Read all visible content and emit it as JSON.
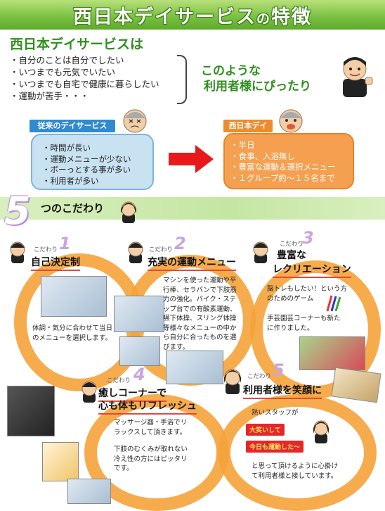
{
  "header": {
    "title_a": "西日本デイサービス",
    "title_b": "の",
    "title_c": "特徴"
  },
  "intro": {
    "heading": "西日本デイサービスは",
    "items": [
      "自分のことは自分でしたい",
      "いつまでも元気でいたい",
      "いつまでも自宅で健康に暮らしたい",
      "運動が苦手・・・"
    ],
    "tagline_1": "このような",
    "tagline_2": "利用者様にぴったり"
  },
  "compare": {
    "old_label": "従来のデイサービス",
    "old_items": [
      "時間が長い",
      "運動メニューが少ない",
      "ボーっとする事が多い",
      "利用者が多い"
    ],
    "new_label": "西日本デイ",
    "new_items": [
      "半日",
      "食事、入浴無し",
      "豊富な運動＆選択メニュー",
      "１グループ約～１５名まで"
    ]
  },
  "five": {
    "number": "5",
    "title": "つのこだわり"
  },
  "features": [
    {
      "kodawari": "こだわり",
      "num": "1",
      "title": "自己決定制",
      "body": "体調・気分に合わせて当日のメニューを選択します。"
    },
    {
      "kodawari": "こだわり",
      "num": "2",
      "title": "充実の運動メニュー",
      "body": "マシンを使った運動や平行棒、セラバンで下肢筋力の強化。バイク・ステップ台での有酸素運動、嚥下体操、スリング体操等様々なメニューの中から自分に合ったものを選びます。"
    },
    {
      "kodawari": "こだわり",
      "num": "3",
      "title_1": "豊富な",
      "title_2": "レクリエーション",
      "body_1": "脳トレもしたい！という方のためのゲーム",
      "body_2": "手芸園芸コーナーも新たに作りました。"
    },
    {
      "kodawari": "こだわり",
      "num": "4",
      "title_1": "癒しコーナーで",
      "title_2": "心も体もリフレッシュ",
      "body_1": "マッサージ器・手浴でリラックスして頂きます。",
      "body_2": "下肢のむくみが取れない冷え性の方にはピッタリです。"
    },
    {
      "kodawari": "こだわり",
      "num": "5",
      "title": "利用者様を笑顔に",
      "body_1": "熱いスタッフが",
      "speech_1": "大笑いして",
      "speech_2": "今日も運動した～",
      "body_2": "と思って頂けるように心掛けて利用者様と接しています。"
    }
  ],
  "colors": {
    "green": "#2f8f1e",
    "orange": "#f5a33a",
    "blue": "#2f8ad0",
    "red": "#e5262b",
    "purple": "#c8a4e4"
  }
}
